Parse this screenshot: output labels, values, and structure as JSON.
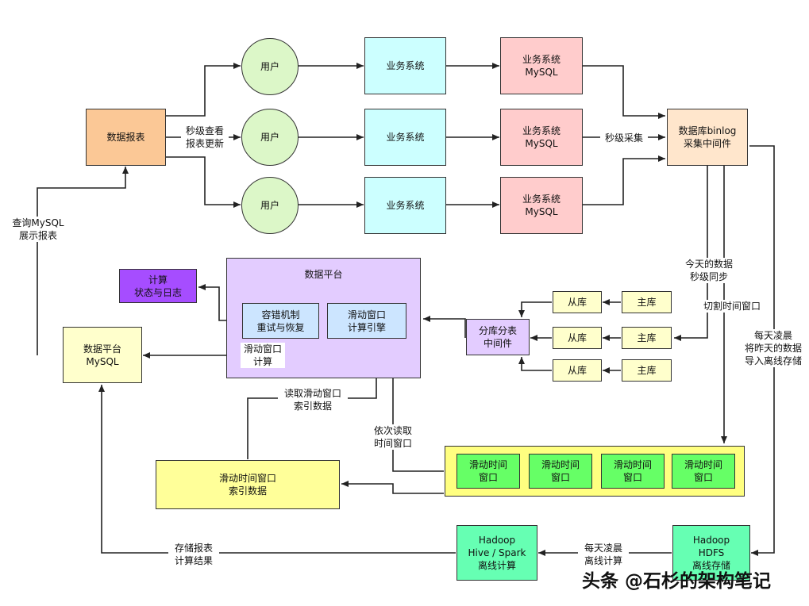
{
  "nodes": {
    "report": "数据报表",
    "user": "用户",
    "biz_system": "业务系统",
    "biz_mysql": "业务系统\nMySQL",
    "binlog": "数据库binlog\n采集中间件",
    "platform_title": "数据平台",
    "compute_log": "计算\n状态与日志",
    "fault_tolerance": "容错机制\n重试与恢复",
    "sliding_engine": "滑动窗口\n计算引擎",
    "platform_mysql": "数据平台\nMySQL",
    "shard_middleware": "分库分表\n中间件",
    "replica": "从库",
    "master": "主库",
    "sliding_window": "滑动时间\n窗口",
    "index_data": "滑动时间窗口\n索引数据",
    "hadoop_spark": "Hadoop\nHive / Spark\n离线计算",
    "hadoop_hdfs": "Hadoop\nHDFS\n离线存储"
  },
  "labels": {
    "realtime_view": "秒级查看\n报表更新",
    "query_mysql": "查询MySQL\n展示报表",
    "second_collect": "秒级采集",
    "today_sync": "今天的数据\n秒级同步",
    "cut_window": "切割时间窗口",
    "nightly_import": "每天凌晨\n将昨天的数据\n导入离线存储",
    "sliding_calc": "滑动窗口\n计算",
    "read_index": "读取滑动窗口\n索引数据",
    "read_window": "依次读取\n时间窗口",
    "store_result": "存储报表\n计算结果",
    "nightly_calc": "每天凌晨\n离线计算"
  },
  "watermark": "头条 @石杉的架构笔记",
  "colors": {
    "report": "#fbc896",
    "user": "#dcf7c8",
    "biz_system": "#ccffff",
    "biz_mysql": "#ffcccc",
    "binlog": "#ffe6cc",
    "platform": "#e3ccff",
    "compute_log": "#a64dff",
    "engine": "#cce5ff",
    "platform_mysql": "#ffffcc",
    "replica_master": "#ffffcc",
    "shard": "#e3ccff",
    "window_band": "#ffff80",
    "window": "#66ff66",
    "index_data": "#ffff99",
    "hadoop": "#66ffb3"
  }
}
